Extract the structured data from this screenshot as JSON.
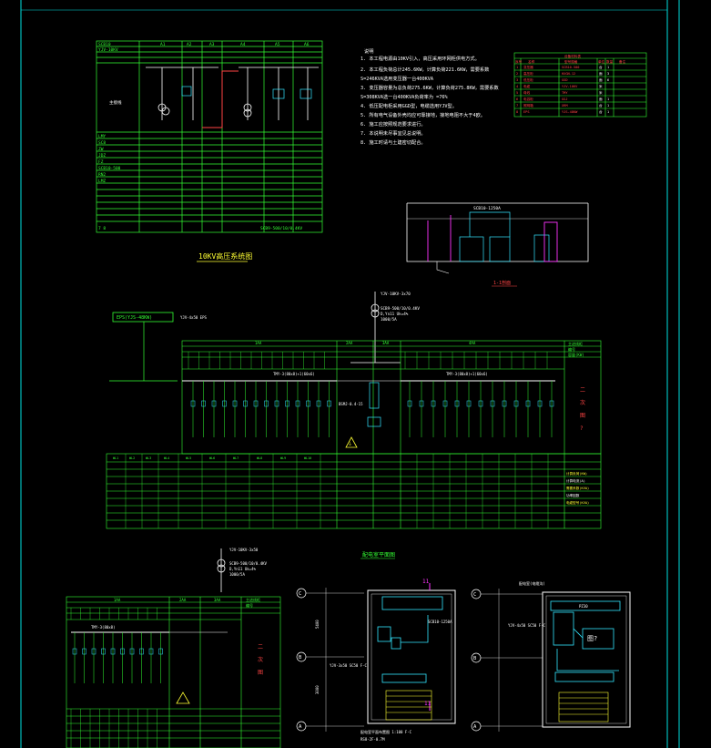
{
  "colors": {
    "background": "#000000",
    "frame": "#00e0e0",
    "grid_green": "#33ff33",
    "white": "#ffffff",
    "yellow": "#ffff33",
    "magenta": "#ff33ff",
    "cyan": "#33e6ff",
    "red": "#ff4444"
  },
  "hv_panel": {
    "column_labels": [
      "A1",
      "A2",
      "A3",
      "A4",
      "A5",
      "A6"
    ],
    "row_labels": [
      "SCB10",
      "YJV-10KV",
      "LMY",
      "SC8",
      "ZW",
      "JDZ",
      "FZ",
      "SCB10-500",
      "RN2",
      "LMZ"
    ],
    "bottom_label": "SCB9-500/10/0.4KV",
    "row_footer": "7  8",
    "title": "10KV高压系统图"
  },
  "notes": {
    "heading": "说明",
    "lines": [
      "1. 本工程电源由10KV引入，高压采用环网柜供电方式。",
      "2. 本工程负荷总计245.6KW，计算负荷221.6KW，需要系数",
      "   S=246KVA选用变压器一台400KVA",
      "3. 变压器容量为总负荷275.6KW，计算负荷275.8KW，需要系数",
      "   S=308KVA选一台400KVA负荷率为 =76%",
      "4. 低压配电柜采用GGD型，电缆选用YJV型。",
      "5. 所有电气设备外壳均应可靠接地，接地电阻不大于4欧。",
      "6. 施工应按照规范要求进行。",
      "7. 本说明未尽事宜见总说明。",
      "8. 施工时请与土建密切配合。"
    ]
  },
  "legend_table": {
    "title": "设备材料表",
    "header": [
      "序号",
      "名称",
      "型号规格",
      "单位",
      "数量",
      "备注"
    ],
    "rows": [
      [
        "1",
        "变压器",
        "SCB10-500",
        "台",
        "1",
        ""
      ],
      [
        "2",
        "高压柜",
        "HXGN-12",
        "面",
        "3",
        ""
      ],
      [
        "3",
        "低压柜",
        "GGD",
        "面",
        "6",
        ""
      ],
      [
        "4",
        "电缆",
        "YJV-10KV",
        "米",
        "",
        ""
      ],
      [
        "5",
        "母线",
        "TMY",
        "米",
        "",
        ""
      ],
      [
        "6",
        "电容柜",
        "GGJ",
        "面",
        "1",
        ""
      ],
      [
        "7",
        "照明箱",
        "XRM",
        "台",
        "1",
        ""
      ],
      [
        "8",
        "EPS",
        "YJS-48KW",
        "台",
        "1",
        ""
      ]
    ]
  },
  "section_view": {
    "label_top": "SCB10-1250A",
    "label_right": "",
    "caption": "1-1剖面"
  },
  "main_lv": {
    "transformer_label": "YJV-10KV-3x70",
    "transformer_spec": "SCB9-500/10/0.4KV",
    "transformer_sub1": "D,Yn11 Uk=4%",
    "transformer_sub2": "1000/5A",
    "busbar_label": "TMY-3(80x8)+1(60x6)",
    "eps_label": "EPS(YJS-48KW)",
    "eps_right_label": "YJV-4x50 EPS",
    "cap_label": "BSMJ-0.4-15",
    "header_groups": [
      "1AA",
      "2AA",
      "3AA",
      "4AA"
    ],
    "side_panel_labels": [
      "主进线柜",
      "编号",
      "容量(KW)"
    ],
    "side_vertical": [
      "二",
      "次",
      "图",
      "?"
    ],
    "bottom_codes": [
      "WL1",
      "WL2",
      "WL3",
      "WL4",
      "WL5",
      "WL6",
      "WL7",
      "WL8",
      "WL9",
      "WL10"
    ],
    "right_notes": [
      "计算负荷(KW)",
      "计算电流(A)",
      "需要系数(KVA)",
      "功率因数",
      "电缆型号(KVA)"
    ]
  },
  "second_lv": {
    "transformer_label": "YJV-10KV-3x50",
    "transformer_spec": "SCB9-500/10/0.4KV",
    "transformer_sub": "D,Yn11 Uk=4%",
    "transformer_sub2": "1000/5A",
    "busbar_label": "TMY-3(80x8)",
    "headers": [
      "1AA",
      "2AA",
      "3AA"
    ],
    "side_labels": [
      "主进线柜",
      "编号"
    ]
  },
  "floor_plans": {
    "title": "配电室平面图",
    "axis_labels": [
      "C",
      "B",
      "A"
    ],
    "dim_labels": [
      "5400",
      "3000"
    ],
    "plan1_caption": "配电室平面布置图 1:100 F-C",
    "plan1_sub": "RS8-2F-0.7M",
    "plan1_label": "YJV-3x50 SC50 F-C",
    "plan1_top": "SCB10-1250A",
    "plan2_top_label": "配电室(电缆沟)",
    "plan2_label": "YJV-4x50 SC50 F-C",
    "plan2_inner": [
      "PZ30",
      "图?"
    ],
    "number_labels": [
      "11",
      "11"
    ]
  }
}
